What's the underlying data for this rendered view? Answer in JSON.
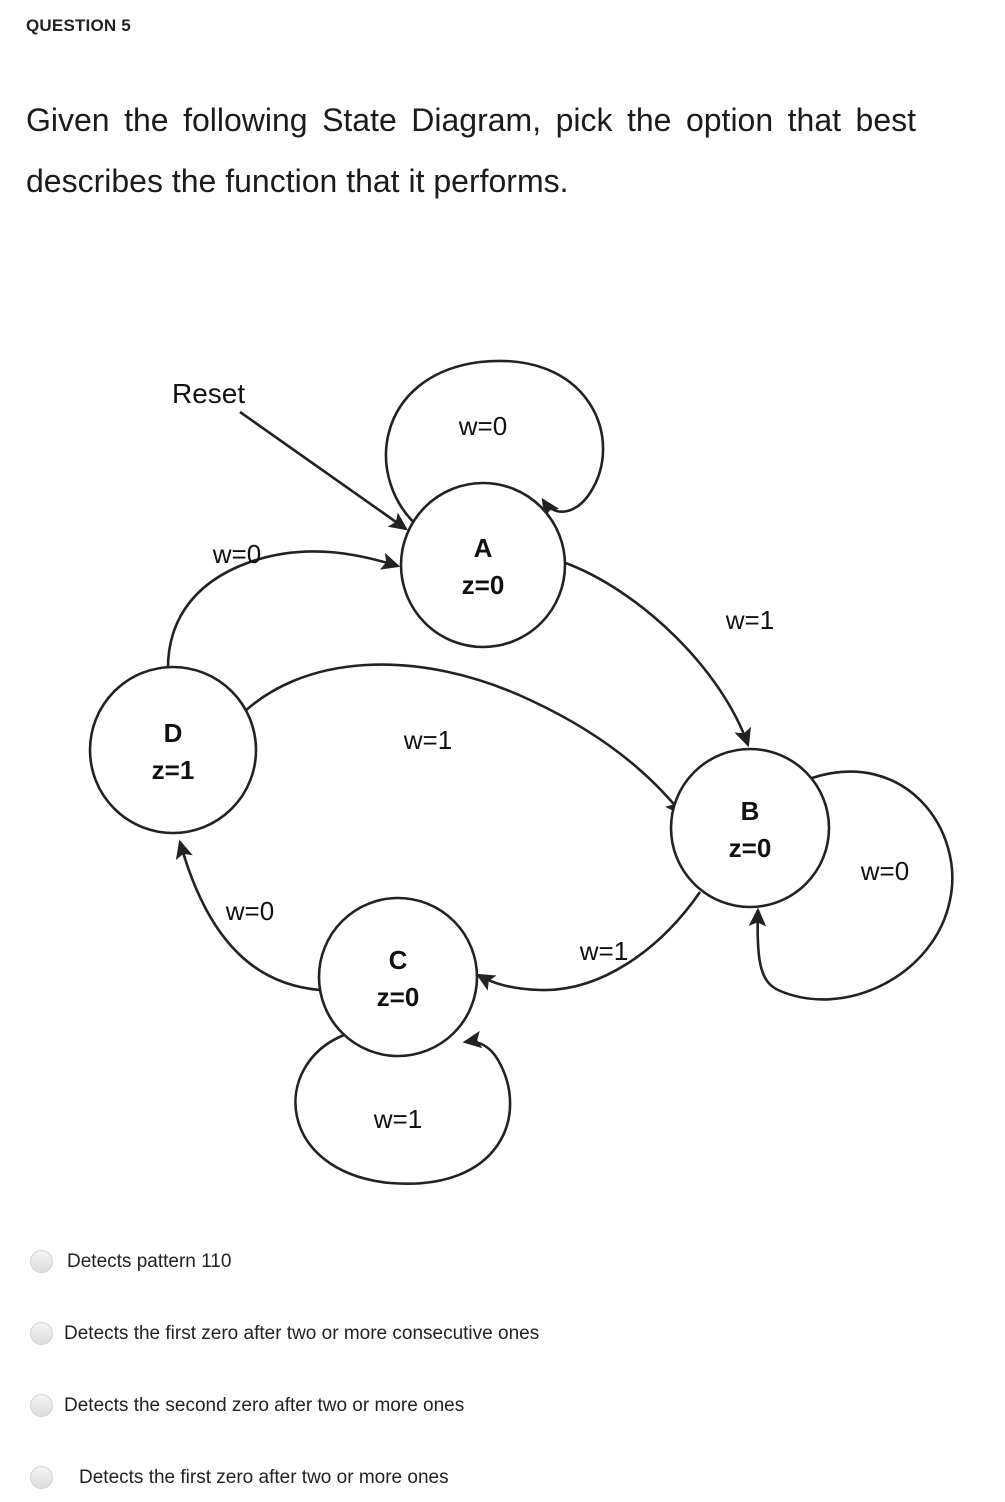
{
  "header": {
    "question_label": "QUESTION 5",
    "question_text": "Given the following State Diagram, pick the option that best describes the function that it performs."
  },
  "diagram": {
    "reset_label": "Reset",
    "nodes": [
      {
        "id": "A",
        "name": "A",
        "output": "z=0"
      },
      {
        "id": "B",
        "name": "B",
        "output": "z=0"
      },
      {
        "id": "C",
        "name": "C",
        "output": "z=0"
      },
      {
        "id": "D",
        "name": "D",
        "output": "z=1"
      }
    ],
    "edges": [
      {
        "from": "A",
        "to": "A",
        "label": "w=0"
      },
      {
        "from": "A",
        "to": "B",
        "label": "w=1"
      },
      {
        "from": "B",
        "to": "B",
        "label": "w=0"
      },
      {
        "from": "B",
        "to": "C",
        "label": "w=1"
      },
      {
        "from": "C",
        "to": "C",
        "label": "w=1"
      },
      {
        "from": "C",
        "to": "D",
        "label": "w=0"
      },
      {
        "from": "D",
        "to": "A",
        "label": "w=0"
      },
      {
        "from": "D",
        "to": "B",
        "label": "w=1"
      }
    ],
    "labels": {
      "a_self": "w=0",
      "a_to_b": "w=1",
      "b_self": "w=0",
      "b_to_c": "w=1",
      "c_self": "w=1",
      "c_to_d": "w=0",
      "d_to_a": "w=0",
      "d_to_b": "w=1"
    }
  },
  "options": [
    {
      "label": "Detects pattern 110"
    },
    {
      "label": "Detects the first zero after two or more consecutive ones"
    },
    {
      "label": "Detects the second zero after two or more ones"
    },
    {
      "label": "Detects the first zero after two or more ones"
    }
  ]
}
